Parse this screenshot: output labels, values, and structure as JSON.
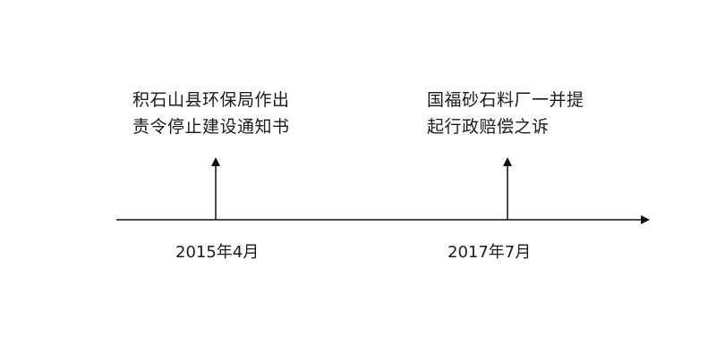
{
  "diagram": {
    "type": "timeline",
    "colors": {
      "line": "#111111",
      "text": "#1a1a1a",
      "background": "#ffffff"
    },
    "events": [
      {
        "date": "2015年4月",
        "lines": [
          "积石山县环保局作出",
          "责令停止建设通知书"
        ]
      },
      {
        "date": "2017年7月",
        "lines": [
          "国福砂石料厂一并提",
          "起行政赔偿之诉"
        ]
      }
    ]
  }
}
